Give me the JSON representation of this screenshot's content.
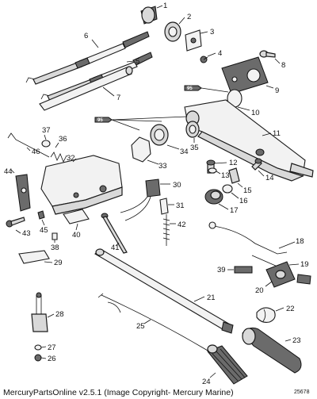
{
  "labels": {
    "l1": "1",
    "l2": "2",
    "l3": "3",
    "l4": "4",
    "l5": "5",
    "l6": "6",
    "l7": "7",
    "l8": "8",
    "l9": "9",
    "l10": "10",
    "l11": "11",
    "l12": "12",
    "l13": "13",
    "l14": "14",
    "l15": "15",
    "l16": "16",
    "l17": "17",
    "l18": "18",
    "l19": "19",
    "l20": "20",
    "l21": "21",
    "l22": "22",
    "l23": "23",
    "l24": "24",
    "l25": "25",
    "l26": "26",
    "l27": "27",
    "l28": "28",
    "l29": "29",
    "l30": "30",
    "l31": "31",
    "l32": "32",
    "l33": "33",
    "l34": "34",
    "l35": "35",
    "l36": "36",
    "l37": "37",
    "l38": "38",
    "l39": "39",
    "l40": "40",
    "l41": "41",
    "l42": "42",
    "l43": "43",
    "l44": "44",
    "l45": "45",
    "l46": "46"
  },
  "lubricant_tags": {
    "t1": "95",
    "t2": "95"
  },
  "footer": "MercuryPartsOnline v2.5.1 (Image Copyright- Mercury Marine)",
  "drawing_number": "25678"
}
